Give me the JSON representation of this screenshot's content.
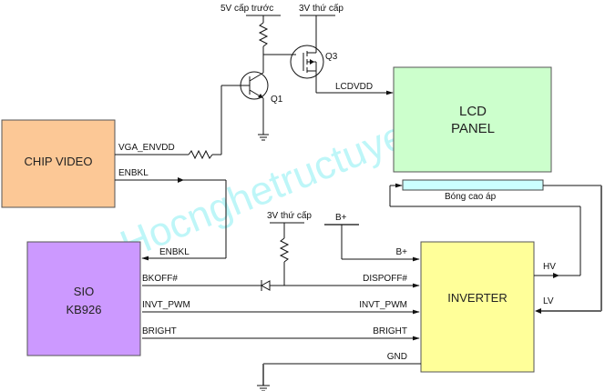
{
  "diagram": {
    "watermark": "Hocnghetructuyen.vn",
    "blocks": {
      "chip_video": {
        "label": "CHIP VIDEO",
        "color": "#fcc896"
      },
      "lcd_panel": {
        "line1": "LCD",
        "line2": "PANEL",
        "color": "#ccffcc"
      },
      "sio": {
        "line1": "SIO",
        "line2": "KB926",
        "color": "#cc99ff"
      },
      "inverter": {
        "label": "INVERTER",
        "color": "#ffff99"
      },
      "tube": {
        "label": "Bóng cao áp",
        "color": "#ccffff"
      }
    },
    "supplies": {
      "v5_standby": "5V cấp trước",
      "v3_secondary_top": "3V thứ cấp",
      "v3_secondary_mid": "3V thứ cấp",
      "b_plus": "B+"
    },
    "components": {
      "q1": "Q1",
      "q3": "Q3"
    },
    "signals": {
      "lcdvdd": "LCDVDD",
      "vga_envdd": "VGA_ENVDD",
      "enbkl_chip": "ENBKL",
      "enbkl_sio": "ENBKL",
      "bkoff": "BKOFF#",
      "dispoff": "DISPOFF#",
      "b_plus_in": "B+",
      "invt_pwm_out": "INVT_PWM",
      "invt_pwm_in": "INVT_PWM",
      "bright_out": "BRIGHT",
      "bright_in": "BRIGHT",
      "gnd": "GND",
      "hv": "HV",
      "lv": "LV"
    }
  }
}
